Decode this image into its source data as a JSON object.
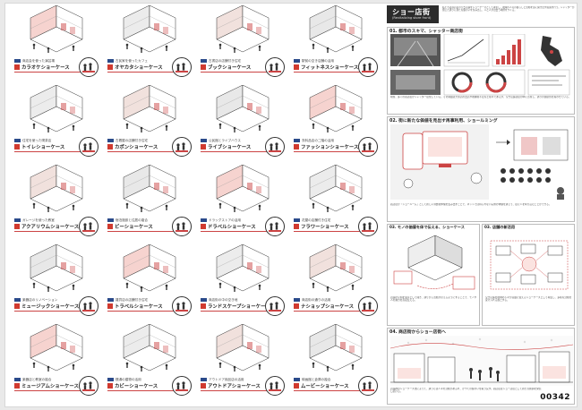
{
  "left": {
    "cells": [
      {
        "sub": "商店会を使った演芸場",
        "title": "カラオケショーケース"
      },
      {
        "sub": "古民家を使ったカフェ",
        "title": "オヤカタショーケース"
      },
      {
        "sub": "古書店の店舗付き住宅",
        "title": "ブックショーケース"
      },
      {
        "sub": "駅前の空き店舗の活用",
        "title": "フィットネスショーケース"
      },
      {
        "sub": "住宅を使った喫茶店",
        "title": "トイレショーケース"
      },
      {
        "sub": "古着屋の店舗付き住宅",
        "title": "カポンショーケース"
      },
      {
        "sub": "公民館とライブハウス",
        "title": "ライブショーケース"
      },
      {
        "sub": "衣料品店の二階の活用",
        "title": "ファッションショーケース"
      },
      {
        "sub": "ガレージを使った教室",
        "title": "アクアリウムショーケース"
      },
      {
        "sub": "宿泊施設と住居の複合",
        "title": "ビーショーケース"
      },
      {
        "sub": "ドラッグストアの活用",
        "title": "ドラベルショーケース"
      },
      {
        "sub": "花屋の店舗付き住宅",
        "title": "フラワーショーケース"
      },
      {
        "sub": "楽器店のリノベーション",
        "title": "ミュージックショーケース"
      },
      {
        "sub": "雑貨店の店舗付き住宅",
        "title": "トラベルショーケース"
      },
      {
        "sub": "商店街の中の空き地",
        "title": "ランドスケープショーケース"
      },
      {
        "sub": "商店街の通りの活用",
        "title": "ナショップショーケース"
      },
      {
        "sub": "楽器店と教室の複合",
        "title": "ミュージアムショーケース"
      },
      {
        "sub": "銭湯の建物の活用",
        "title": "カビーショーケース"
      },
      {
        "sub": "アウトドア用品店の活用",
        "title": "アウトドアショーケース"
      },
      {
        "sub": "映画館と倉庫の複合",
        "title": "ムービーショーケース"
      }
    ]
  },
  "right": {
    "title": "ショー店街",
    "subtitle": "(Revitalizing store front)",
    "intro": "私たちは商店街の空き店舗をショーケースとして再生し、地域の人々の暮らしと活動を街に開き出す提案を行う。シャッターが閉じた通りに新たな賑わいを生み出し、人と人が出会う場所をつくる。",
    "sections": [
      {
        "heading": "01. 都市のスキマ、シャッター商店街",
        "text": "現在、多くの商店街がシャッター街化している。その理由は大型店の出店や後継者不足など様々であるが、空き店舗は街の中に点在し、通りの連続性を失わせている。"
      },
      {
        "heading": "02. 街に新たな価値を見出す再事利用、ショールミング",
        "text": "商店街が「ショールーム」として新しい消費者体験を生み出すことで、ネットでは得られない実際の体験を通じて、街に人を呼び込むことができる。"
      },
      {
        "heading": "03. モノの価値を体で伝える、ショーケース",
        "text": "店舗の空間を展示として開き、通りから活動が見えるようにすることで、モノや人の魅力を直接伝える。"
      },
      {
        "heading": "03. 店舗の新活用",
        "text": "空き店舗を地域の人々が自由に使えるショーケースとして再生し、多様な活動を受け入れる器とする。"
      },
      {
        "heading": "04. 商店街からショー店街へ",
        "text": "店舗群のショーケース化によって、通りには人々の活動があふれ、かつての賑わいを取り戻す。商店街はショー店街として新たな価値を発信し続ける。"
      }
    ],
    "code": "00342"
  }
}
